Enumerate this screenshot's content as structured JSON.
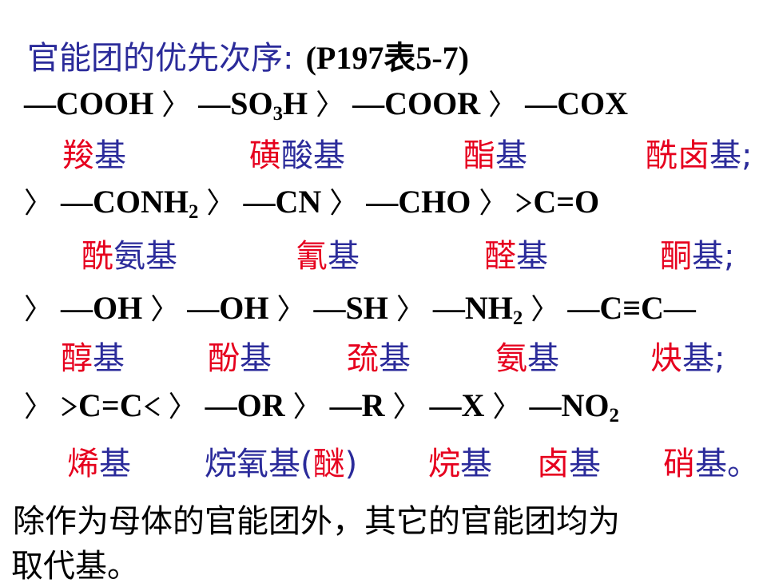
{
  "title": {
    "cn": "官能团的优先次序:",
    "ref": "(P197表5-7)"
  },
  "row1": {
    "formulas": [
      "—COOH",
      "—SO",
      "3",
      "H",
      "—COOR",
      "—COX"
    ],
    "names": [
      {
        "a": "羧",
        "b": "基"
      },
      {
        "a": "磺",
        "b": "酸基"
      },
      {
        "a": "酯",
        "b": "基"
      },
      {
        "a": "酰卤",
        "b": "基;"
      }
    ]
  },
  "row2": {
    "formulas": [
      "—CONH",
      "2",
      "—CN",
      "—CHO",
      "C=O"
    ],
    "names": [
      {
        "a": "酰",
        "b": "氨基"
      },
      {
        "a": "氰",
        "b": "基"
      },
      {
        "a": "醛",
        "b": "基"
      },
      {
        "a": "酮",
        "b": "基;"
      }
    ]
  },
  "row3": {
    "formulas": [
      "—OH",
      "—OH",
      "—SH",
      "—NH",
      "2",
      "—C≡C—"
    ],
    "names": [
      {
        "a": "醇",
        "b": "基"
      },
      {
        "a": "酚",
        "b": "基"
      },
      {
        "a": "巯",
        "b": "基"
      },
      {
        "a": "氨",
        "b": "基"
      },
      {
        "a": "炔",
        "b": "基;"
      }
    ]
  },
  "row4": {
    "formulas": [
      "C=C",
      "—OR",
      "—R",
      "—X",
      "—NO",
      "2"
    ],
    "names": [
      {
        "a": "烯",
        "b": "基"
      },
      {
        "a": "烷氧基(",
        "b": "醚",
        "c": ")"
      },
      {
        "a": "烷",
        "b": "基"
      },
      {
        "a": "卤",
        "b": "基"
      },
      {
        "a": "硝",
        "b": "基。"
      }
    ]
  },
  "separator": "〉",
  "footer": {
    "line1": "除作为母体的官能团外，其它的官能团均为",
    "line2": "取代基。"
  },
  "colors": {
    "red": "#e6001e",
    "blue": "#2b2b9a",
    "black": "#000000"
  }
}
